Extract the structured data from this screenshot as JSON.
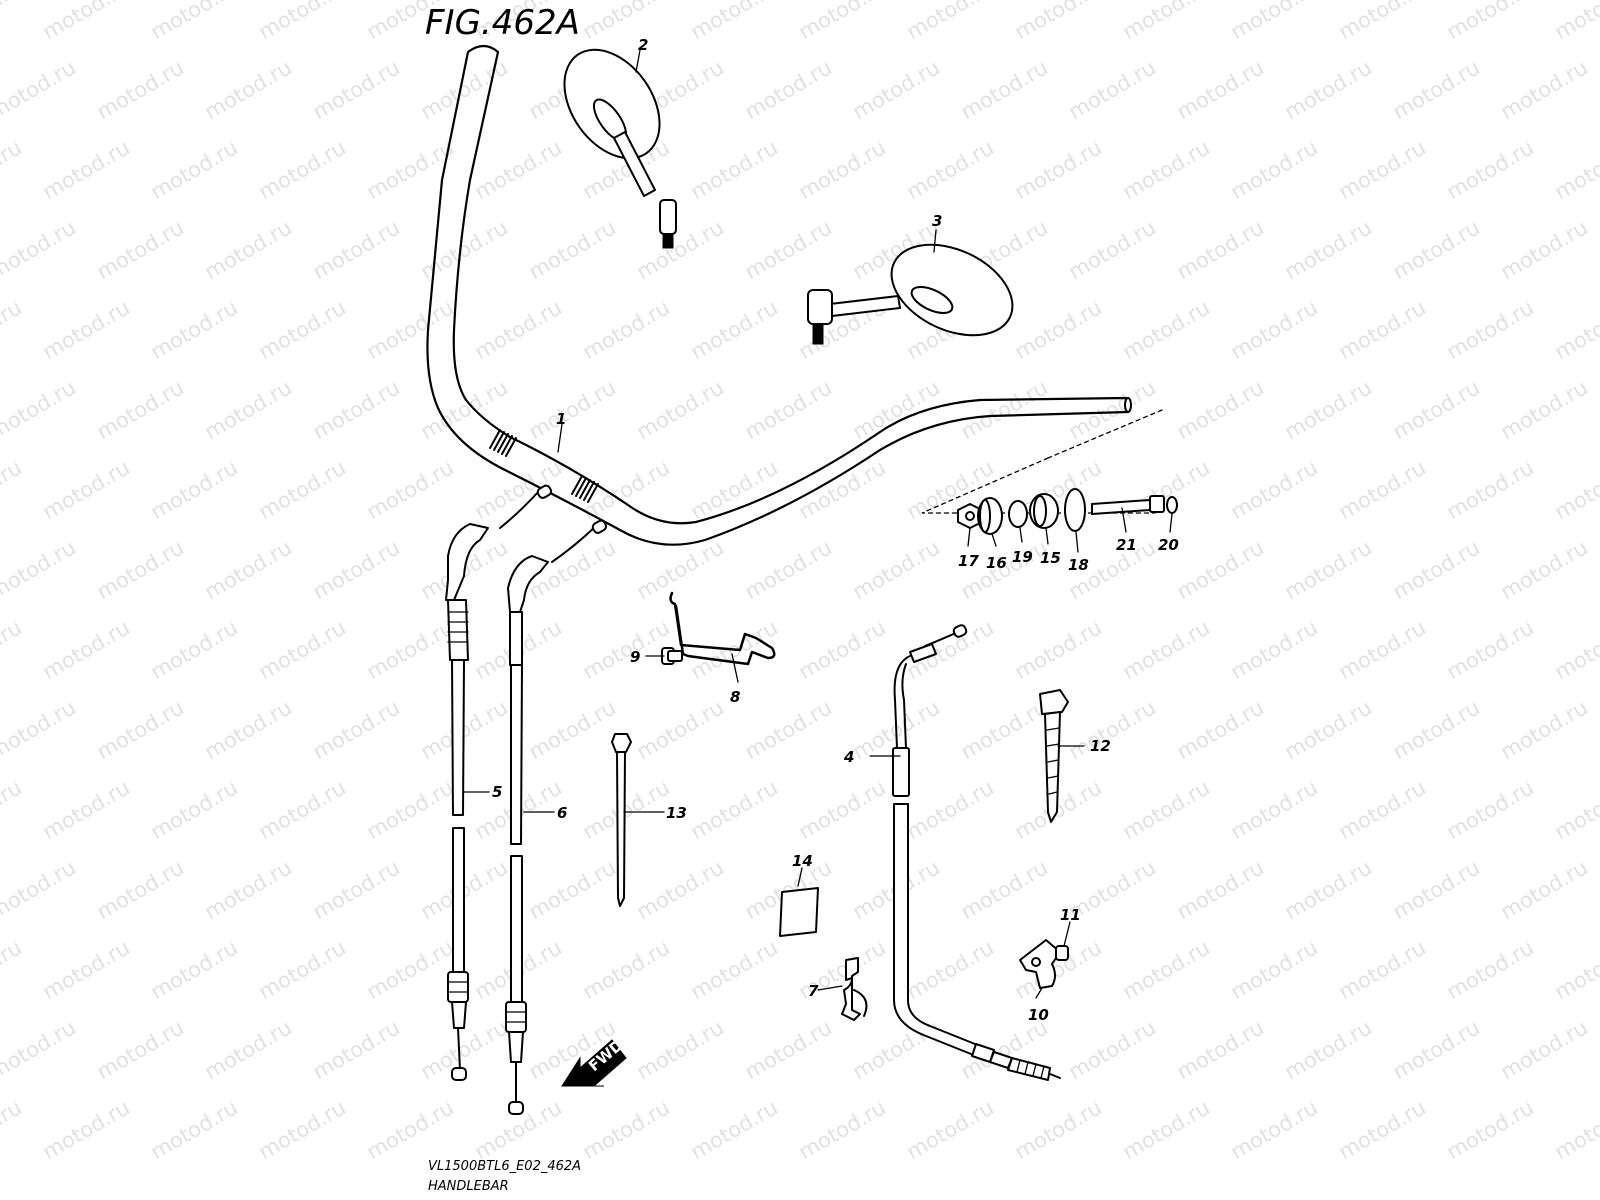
{
  "figure_title": "FIG.462A",
  "watermark_text": "motod.ru",
  "footer": {
    "code": "VL1500BTL6_E02_462A",
    "name": "HANDLEBAR"
  },
  "fwd_label": "FWD",
  "callouts": {
    "c1": "1",
    "c2": "2",
    "c3": "3",
    "c4": "4",
    "c5": "5",
    "c6": "6",
    "c7": "7",
    "c8": "8",
    "c9": "9",
    "c10": "10",
    "c11": "11",
    "c12": "12",
    "c13": "13",
    "c14": "14",
    "c15": "15",
    "c16": "16",
    "c17": "17",
    "c18": "18",
    "c19": "19",
    "c20": "20",
    "c21": "21"
  },
  "colors": {
    "ink": "#000000",
    "paper": "#ffffff",
    "watermark": "#c8c8c8"
  }
}
